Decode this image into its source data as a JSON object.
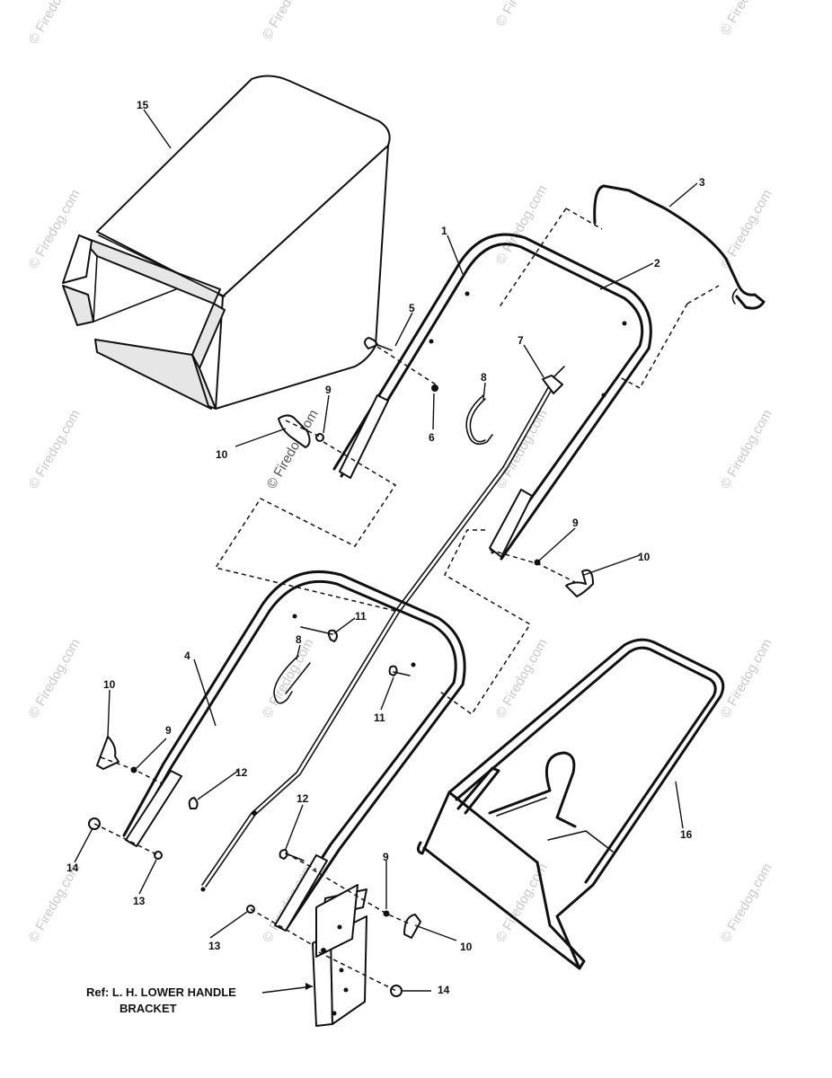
{
  "callouts": {
    "c1": "1",
    "c2": "2",
    "c3": "3",
    "c4": "4",
    "c5": "5",
    "c6": "6",
    "c7": "7",
    "c8a": "8",
    "c8b": "8",
    "c9a": "9",
    "c9b": "9",
    "c9c": "9",
    "c9d": "9",
    "c10a": "10",
    "c10b": "10",
    "c10c": "10",
    "c10d": "10",
    "c11a": "11",
    "c11b": "11",
    "c12a": "12",
    "c12b": "12",
    "c13a": "13",
    "c13b": "13",
    "c14a": "14",
    "c14b": "14",
    "c15": "15",
    "c16": "16"
  },
  "reference": {
    "line1": "Ref: L. H. LOWER HANDLE",
    "line2": "BRACKET"
  },
  "watermark": {
    "text": "© Firedog.com",
    "color": "#c8c8c8"
  }
}
